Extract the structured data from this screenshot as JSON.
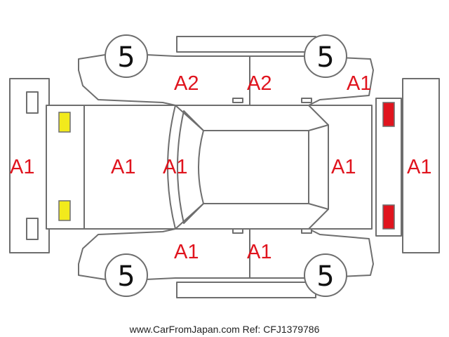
{
  "tires": {
    "front_left": "5",
    "front_right": "5",
    "rear_left": "5",
    "rear_right": "5"
  },
  "damage_codes": {
    "front_bumper": "A1",
    "hood": "A1",
    "windshield_area": "A1",
    "rear_window_area": "A1",
    "rear_bumper": "A1",
    "top_left_door_front": "A2",
    "top_left_door_rear": "A2",
    "top_right_quarter": "A1",
    "bottom_door_front": "A1",
    "bottom_door_rear": "A1"
  },
  "colors": {
    "outline": "#6e6e6e",
    "code_text": "#e0141e",
    "headlight_fill": "#f2ea1c",
    "taillight_fill": "#e0141e"
  },
  "footer": {
    "text": "www.CarFromJapan.com Ref: CFJ1379786"
  }
}
